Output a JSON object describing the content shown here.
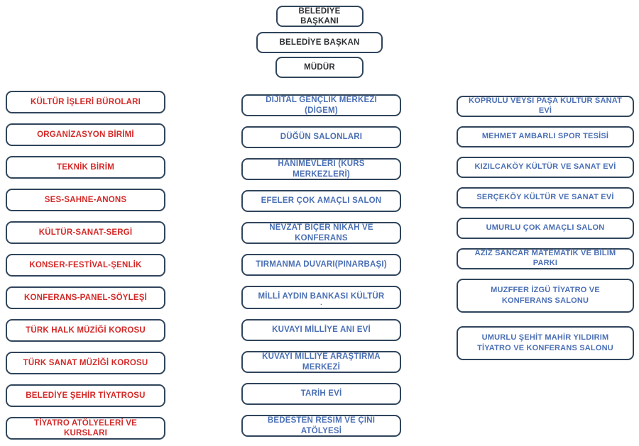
{
  "palette": {
    "border_color": "#30455c",
    "left_column_text_color": "#d42a28",
    "facility_text_color": "#4a6fb5",
    "header_text_color": "#2e3134",
    "background_color": "#ffffff"
  },
  "header_chain": {
    "items": [
      {
        "label": "BELEDİYE BAŞKANI"
      },
      {
        "label": "BELEDİYE BAŞKAN"
      },
      {
        "label": "MÜDÜR"
      }
    ]
  },
  "left_column": {
    "items": [
      {
        "label": "KÜLTÜR İŞLERİ BÜROLARI"
      },
      {
        "label": "ORGANİZASYON BİRİMİ"
      },
      {
        "label": "TEKNİK BİRİM"
      },
      {
        "label": "SES-SAHNE-ANONS"
      },
      {
        "label": "KÜLTÜR-SANAT-SERGİ"
      },
      {
        "label": "KONSER-FESTİVAL-ŞENLİK"
      },
      {
        "label": "KONFERANS-PANEL-SÖYLEŞİ"
      },
      {
        "label": "TÜRK HALK MÜZİĞİ KOROSU"
      },
      {
        "label": "TÜRK SANAT MÜZİĞİ KOROSU"
      },
      {
        "label": "BELEDİYE ŞEHİR TİYATROSU"
      },
      {
        "label": "TİYATRO ATÖLYELERİ VE KURSLARI"
      }
    ]
  },
  "middle_column": {
    "items": [
      {
        "label": "DİJİTAL GENÇLİK MERKEZİ (DİGEM)"
      },
      {
        "label": "DÜĞÜN SALONLARI"
      },
      {
        "label": "HANIMEVLERİ (KURS MERKEZLERİ)"
      },
      {
        "label": "EFELER ÇOK AMAÇLI SALON"
      },
      {
        "label": "NEVZAT BİÇER NİKAH VE KONFERANS"
      },
      {
        "label": "TIRMANMA DUVARI(PINARBAŞI)"
      },
      {
        "label": "MİLLİ AYDIN BANKASI KÜLTÜR",
        "note": "."
      },
      {
        "label": "KUVAYI MİLLİYE ANI EVİ"
      },
      {
        "label": "KUVAYI MİLLİYE ARAŞTIRMA MERKEZİ"
      },
      {
        "label": "TARİH EVİ"
      },
      {
        "label": "BEDESTEN RESİM VE ÇİNİ ATÖLYESİ"
      }
    ]
  },
  "right_column": {
    "items": [
      {
        "label": "KÖPRÜLÜ VEYSİ PAŞA KÜLTÜR SANAT EVİ"
      },
      {
        "label": "MEHMET AMBARLI SPOR TESİSİ"
      },
      {
        "label": "KIZILCAKÖY KÜLTÜR VE SANAT EVİ"
      },
      {
        "label": "SERÇEKÖY KÜLTÜR VE SANAT EVİ"
      },
      {
        "label": "UMURLU ÇOK AMAÇLI SALON"
      },
      {
        "label": "AZİZ SANCAR MATEMATİK VE BİLİM PARKI"
      },
      {
        "label": "MUZFFER İZGÜ TİYATRO VE KONFERANS SALONU"
      },
      {
        "label": "UMURLU ŞEHİT MAHİR YILDIRIM TİYATRO VE KONFERANS SALONU"
      }
    ]
  }
}
